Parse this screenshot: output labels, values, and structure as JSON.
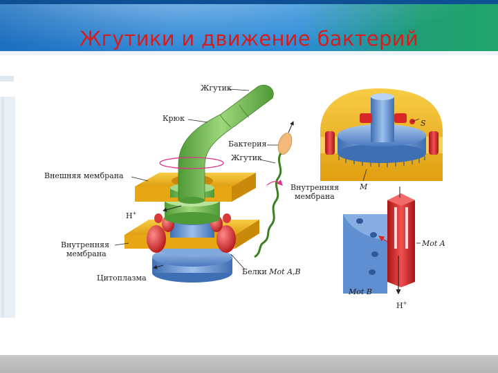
{
  "slide": {
    "title": "Жгутики и движение бактерий"
  },
  "diagram": {
    "labels": {
      "flagellum": "Жгутик",
      "hook": "Крюк",
      "bacterium": "Бактерия",
      "flagellum_small": "Жгутик",
      "outer_membrane": "Внешняя мембрана",
      "h_plus_left": "H",
      "inner_membrane_left_1": "Внутренняя",
      "inner_membrane_left_2": "мембрана",
      "cytoplasm": "Цитоплазма",
      "proteins_prefix": "Белки",
      "proteins_names": "Mot A,B",
      "inner_membrane_right_1": "Внутренняя",
      "inner_membrane_right_2": "мембрана",
      "ring_s": "S",
      "ring_m": "M",
      "mot_a": "Mot A",
      "mot_b": "Mot B",
      "h_plus_right": "H"
    },
    "colors": {
      "flagellum_green": "#7fc25a",
      "membrane_yellow": "#f3b81f",
      "motor_blue": "#6d9cd6",
      "mot_red": "#d92727"
    }
  }
}
